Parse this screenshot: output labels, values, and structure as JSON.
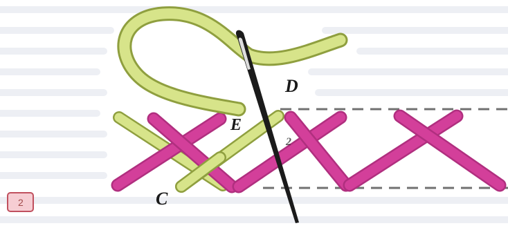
{
  "labels": {
    "point_d": "D",
    "point_e": "E",
    "point_c": "C",
    "small_mark": "2"
  },
  "step_badge": {
    "text": "2"
  },
  "colors": {
    "background": "#ffffff",
    "text_lines": "#dfe3ec",
    "stitch_pink": "#d33f9a",
    "stitch_pink_edge": "#b02f7f",
    "thread_yellow": "#d7e48a",
    "thread_yellow_edge": "#8f9f3f",
    "needle": "#1b1b1b",
    "guide_line": "#707070",
    "badge_fill": "#f6cdd3",
    "badge_border": "#c0505e"
  },
  "icons": {
    "needle": "needle-icon",
    "thread": "thread-icon",
    "step_badge": "step-number-badge"
  }
}
